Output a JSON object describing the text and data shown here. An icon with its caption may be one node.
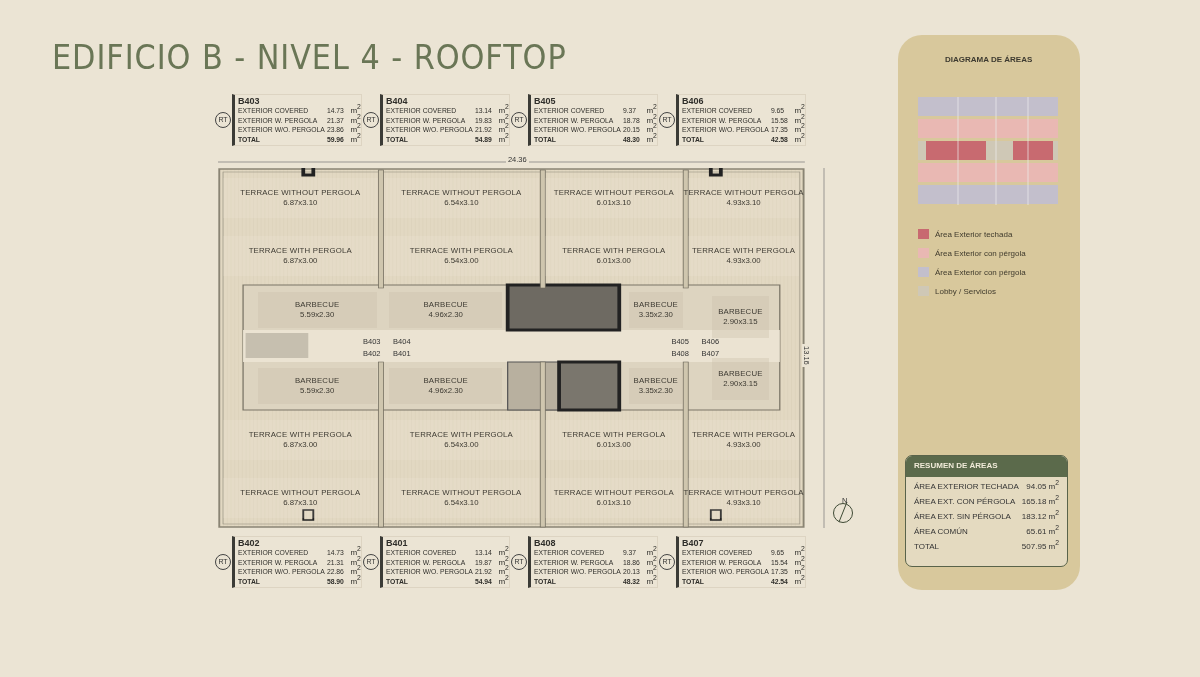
{
  "diagram": {
    "title": "EDIFICIO B - NIVEL 4 - ROOFTOP",
    "nodes": [
      {
        "beside": [
          "RT"
        ],
        "text": [
          "B403",
          "EXTERIOR COVERED",
          "14.73",
          "m$^{2}$",
          "EXTERIOR W. PERGOLA",
          "21.37",
          "m$^{2}$",
          "EXTERIOR W/O. PERGOLA",
          "23.86",
          "m$^{2}$",
          "TOTAL",
          "59.96",
          "m$^{2}$"
        ]
      },
      {
        "beside": [
          "RT"
        ],
        "text": [
          "B404",
          "EXTERIOR COVERED",
          "13.14",
          "m$^{2}$",
          "EXTERIOR W. PERGOLA",
          "19.83",
          "m$^{2}$",
          "EXTERIOR W/O. PERGOLA",
          "21.92",
          "m$^{2}$",
          "TOTAL",
          "54.89",
          "m$^{2}$"
        ]
      },
      {
        "beside": [
          "RT"
        ],
        "text": [
          "B405",
          "EXTERIOR COVERED",
          "9.37",
          "m$^{2}$",
          "EXTERIOR W. PERGOLA",
          "18.78",
          "m$^{2}$",
          "EXTERIOR W/O. PERGOLA",
          "20.15",
          "m$^{2}$",
          "TOTAL",
          "48.30",
          "m$^{2}$"
        ]
      },
      {
        "beside": [
          "RT"
        ],
        "text": [
          "B406",
          "EXTERIOR COVERED",
          "9.65",
          "m$^{2}$",
          "EXTERIOR W. PERGOLA",
          "15.58",
          "m$^{2}$",
          "EXTERIOR W/O. PERGOLA",
          "17.35",
          "m$^{2}$",
          "TOTAL",
          "42.58",
          "m$^{2}$"
        ]
      },
      {
        "text": [
          "TERRACE WITHOUT PERGOLA",
          "6.87x3.10"
        ]
      },
      {
        "text": [
          "TERRACE WITHOUT PERGOLA",
          "6.54x3.10"
        ]
      },
      {
        "text": [
          "TERRACE WITHOUT PERGOLA",
          "6.01x3.10"
        ]
      },
      {
        "text": [
          "TERRACE WITHOUT PERGOLA",
          "4.93x3.10"
        ]
      },
      {
        "text": [
          "TERRACE WITH PERGOLA",
          "6.87x3.00"
        ]
      },
      {
        "text": [
          "TERRACE WITH PERGOLA",
          "6.54x3.00"
        ]
      },
      {
        "text": [
          "TERRACE WITH PERGOLA",
          "6.01x3.00"
        ]
      },
      {
        "text": [
          "TERRACE WITH PERGOLA",
          "4.93x3.00"
        ]
      },
      {
        "text": [
          "BARBECUE",
          "5.59x2.30"
        ]
      },
      {
        "text": [
          "BARBECUE",
          "4.96x2.30"
        ]
      },
      {
        "text": [
          "BARBECUE",
          "3.35x2.30"
        ]
      },
      {
        "text": [
          "BARBECUE",
          "2.90x3.15"
        ]
      },
      {
        "text": [
          "BARBECUE",
          "5.59x2.30"
        ]
      },
      {
        "text": [
          "BARBECUE",
          "4.96x2.30"
        ]
      },
      {
        "text": [
          "BARBECUE",
          "3.35x2.30"
        ]
      },
      {
        "text": [
          "BARBECUE",
          "2.90x3.15"
        ]
      },
      {
        "text": [
          "TERRACE WITH PERGOLA",
          "6.87x3.00"
        ]
      },
      {
        "text": [
          "TERRACE WITH PERGOLA",
          "6.54x3.00"
        ]
      },
      {
        "text": [
          "TERRACE WITH PERGOLA",
          "6.01x3.00"
        ]
      },
      {
        "text": [
          "TERRACE WITH PERGOLA",
          "4.93x3.00"
        ]
      },
      {
        "text": [
          "TERRACE WITHOUT PERGOLA",
          "6.87x3.10"
        ]
      },
      {
        "text": [
          "TERRACE WITHOUT PERGOLA",
          "6.54x3.10"
        ]
      },
      {
        "text": [
          "TERRACE WITHOUT PERGOLA",
          "6.01x3.10"
        ]
      },
      {
        "text": [
          "TERRACE WITHOUT PERGOLA",
          "4.93x3.10"
        ]
      },
      {
        "beside": [
          "RT"
        ],
        "text": [
          "B402",
          "EXTERIOR COVERED",
          "14.73",
          "m$^{2}$",
          "EXTERIOR W. PERGOLA",
          "21.31",
          "m$^{2}$",
          "EXTERIOR W/O. PERGOLA",
          "22.86",
          "m$^{2}$",
          "TOTAL",
          "58.90",
          "m$^{2}$"
        ]
      },
      {
        "beside": [
          "RT"
        ],
        "text": [
          "B401",
          "EXTERIOR COVERED",
          "13.14",
          "m$^{2}$",
          "EXTERIOR W. PERGOLA",
          "19.87",
          "m$^{2}$",
          "EXTERIOR W/O. PERGOLA",
          "21.92",
          "m$^{2}$",
          "TOTAL",
          "54.94",
          "m$^{2}$"
        ]
      },
      {
        "beside": [
          "RT"
        ],
        "text": [
          "B408",
          "EXTERIOR COVERED",
          "9.37",
          "m$^{2}$",
          "EXTERIOR W. PERGOLA",
          "18.86",
          "m$^{2}$",
          "EXTERIOR W/O. PERGOLA",
          "20.13",
          "m$^{2}$",
          "TOTAL",
          "48.32",
          "m$^{2}$"
        ]
      },
      {
        "beside": [
          "RT"
        ],
        "text": [
          "B407",
          "EXTERIOR COVERED",
          "9.65",
          "m$^{2}$",
          "EXTERIOR W. PERGOLA",
          "15.54",
          "m$^{2}$",
          "EXTERIOR W/O. PERGOLA",
          "17.35",
          "m$^{2}$",
          "TOTAL",
          "42.54",
          "m$^{2}$"
        ]
      },
      {
        "text": [
          "RESUMEN DE ÁREAS",
          "ÁREA EXTERIOR TECHADA",
          "94.05 m$^{2}$",
          "ÁREA EXT. CON PÉRGOLA",
          "165.18 m$^{2}$",
          "ÁREA EXT. SIN PÉRGOLA",
          "183.12 m$^{2}$",
          "ÁREA COMÚN",
          "65.61 m$^{2}$",
          "TOTAL",
          "507.95 m$^{2}$"
        ]
      }
    ],
    "labels": [
      "DIAGRAMA DE ÁREAS",
      "24.36",
      "B403",
      "B404",
      "B405",
      "B406",
      "13.16",
      "B402",
      "B401",
      "B408",
      "B407",
      "N"
    ],
    "legend": [
      {
        "text": "Área Exterior techada",
        "color": "#c86a70"
      },
      {
        "text": "Área Exterior con pérgola",
        "color": "#e9b8b3"
      },
      {
        "text": "Área Exterior con pérgola",
        "color": "#c3bfcc"
      },
      {
        "text": "Lobby / Servicios",
        "color": "#cfc8b6"
      }
    ]
  }
}
